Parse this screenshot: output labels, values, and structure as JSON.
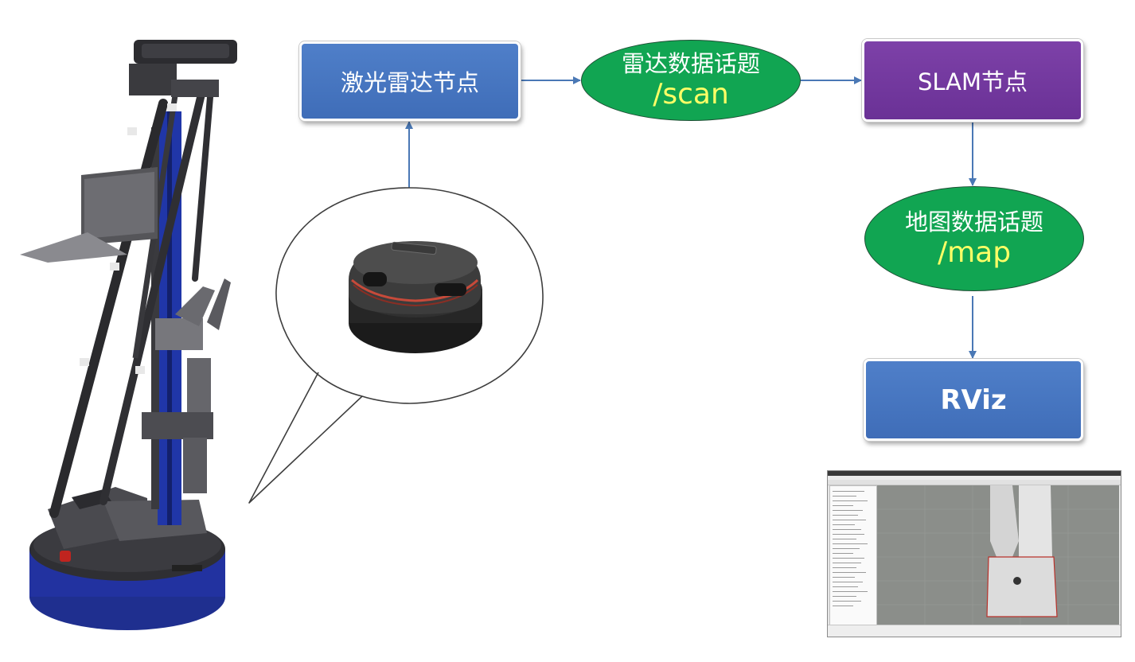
{
  "nodes": {
    "lidar_node": "激光雷达节点",
    "slam_node": "SLAM节点",
    "rviz_node": "RViz"
  },
  "topics": {
    "scan": {
      "title": "雷达数据话题",
      "name": "/scan"
    },
    "map": {
      "title": "地图数据话题",
      "name": "/map"
    }
  },
  "colors": {
    "node_blue": "#4472c4",
    "node_purple": "#7030a0",
    "topic_green": "#11a552",
    "topic_name": "#ffff66",
    "arrow": "#4a78b5"
  }
}
